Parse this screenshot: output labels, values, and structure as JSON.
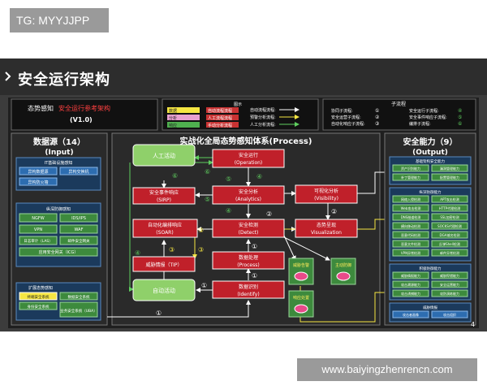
{
  "watermark_top": "TG: MYYJJPP",
  "watermark_bottom": "www.baiyingzhenrencn.com",
  "page_title": "安全运行架构",
  "page_number": "4",
  "header": {
    "title_plain": "态势感知",
    "title_highlight": "安全运行参考架构",
    "version": "(V1.0)"
  },
  "legend": {
    "title": "图示",
    "items": [
      "自动流程流程",
      "人工流程流程",
      "手动分析流程"
    ],
    "chips": [
      "数据",
      "分析",
      "响应"
    ],
    "colors": [
      "#f5e642",
      "#e8a0d0",
      "#4fb04f"
    ],
    "arrows": [
      "自动流程流程:",
      "预警分析流程:",
      "人工分析流程:"
    ]
  },
  "subflow": {
    "title": "子流程",
    "left": [
      "协同子流程:",
      "安全运营子流程:",
      "自动化响应子流程:"
    ],
    "left_nums": [
      "①",
      "②",
      "③"
    ],
    "right": [
      "安全运行子流程:",
      "安全事件响应子流程:",
      "编排子流程:"
    ],
    "right_nums": [
      "④",
      "⑤",
      "⑥"
    ]
  },
  "input": {
    "title": "数据源（14）",
    "subtitle": "(Input)",
    "groups": [
      {
        "title": "IT基础设施感知",
        "items": [
          "异构数据源",
          "异构交换机",
          "异构防火墙"
        ]
      },
      {
        "title": "纵深防御感知",
        "items": [
          "NGFW",
          "IDS/IPS",
          "VPN",
          "WAF",
          "日志审计（LAS）",
          "邮件安全网关",
          "应用安全网关（ICG）"
        ]
      },
      {
        "title": "扩展态势感知",
        "items": [
          "终端安全系统",
          "数据安全系统",
          "身份安全系统",
          "业务安全系统（UBA）"
        ]
      }
    ]
  },
  "process": {
    "title": "实战化全局态势感知体系(Process)",
    "nodes": {
      "manual_top": "人工活动",
      "manual_bottom": "自动活动",
      "operation": [
        "安全运行",
        "(Operation)"
      ],
      "sirp": [
        "安全事件响应",
        "(SIRP)"
      ],
      "analytics": [
        "安全分析",
        "(Analytics)"
      ],
      "visibility": [
        "可视化分析",
        "(Visibility)"
      ],
      "soar": [
        "自动化编排响应",
        "(SOAR)"
      ],
      "detect": [
        "安全检测",
        "(Detect)"
      ],
      "visualization": [
        "态势呈现",
        "Visualization"
      ],
      "tip": "威胁情报（TIP）",
      "process": [
        "数据处理",
        "(Process)"
      ],
      "identify": [
        "数据识别",
        "(Identify)"
      ],
      "alert": "威胁告警",
      "block": "主动防御",
      "respond": "响应处置"
    },
    "badges": [
      "⑥",
      "⑥",
      "⑤",
      "⑤",
      "④",
      "④",
      "③",
      "③",
      "③",
      "②",
      "②",
      "①",
      "①",
      "①",
      "①",
      "④"
    ]
  },
  "output": {
    "title": "安全能力（9）",
    "subtitle": "(Output)",
    "groups": [
      {
        "title": "基础架构安全能力",
        "items": [
          "资产识别能力",
          "漏洞管理能力",
          "补丁管理能力",
          "配置管理能力"
        ]
      },
      {
        "title": "纵深防御能力",
        "items": [
          "网络入侵检测",
          "APT攻击检测",
          "Web攻击检测",
          "HTTP代理检测",
          "DNS隧道检测",
          "SSL加密检测",
          "横向移动检测",
          "SOCKS代理检测",
          "恶意代码检测",
          "DGA域名检测",
          "恶意文件检测",
          "反弹Shell检测",
          "VPN异常检测",
          "邮件异常检测"
        ]
      },
      {
        "title": "积极防御能力",
        "items": [
          "威胁情报能力",
          "威胁狩猎能力",
          "攻击溯源能力",
          "安全运营能力",
          "攻击诱捕能力",
          "攻防演练能力"
        ]
      },
      {
        "title": "威胁情报",
        "items": [
          "攻击者画像",
          "攻击组织"
        ]
      }
    ]
  }
}
